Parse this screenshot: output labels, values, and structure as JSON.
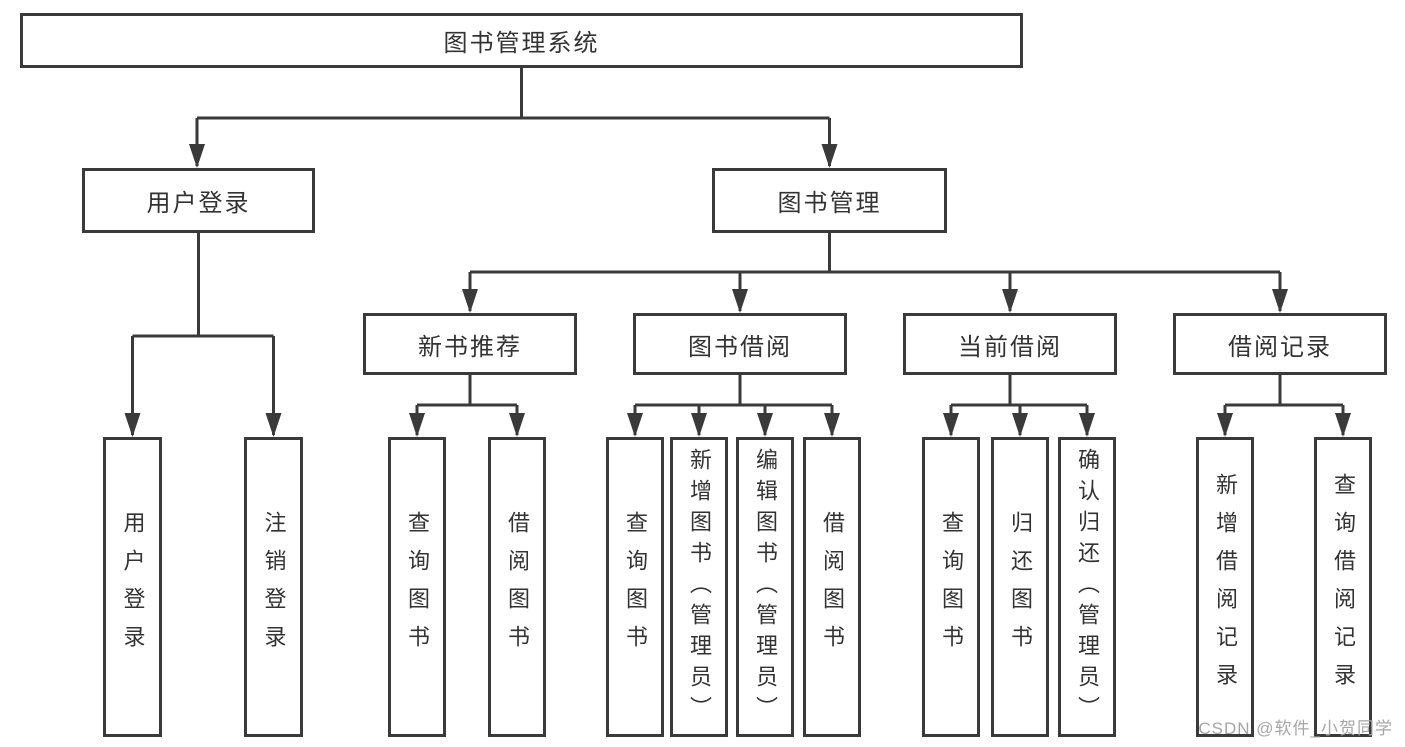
{
  "tree": {
    "root": {
      "label": "图书管理系统"
    },
    "branches": [
      {
        "label": "用户登录",
        "children": [
          {
            "label": "用户登录"
          },
          {
            "label": "注销登录"
          }
        ]
      },
      {
        "label": "图书管理",
        "sections": [
          {
            "label": "新书推荐",
            "children": [
              {
                "label": "查询图书"
              },
              {
                "label": "借阅图书"
              }
            ]
          },
          {
            "label": "图书借阅",
            "children": [
              {
                "label": "查询图书"
              },
              {
                "label": "新增图书（管理员）"
              },
              {
                "label": "编辑图书（管理员）"
              },
              {
                "label": "借阅图书"
              }
            ]
          },
          {
            "label": "当前借阅",
            "children": [
              {
                "label": "查询图书"
              },
              {
                "label": "归还图书"
              },
              {
                "label": "确认归还（管理员）"
              }
            ]
          },
          {
            "label": "借阅记录",
            "children": [
              {
                "label": "新增借阅记录"
              },
              {
                "label": "查询借阅记录"
              }
            ]
          }
        ]
      }
    ]
  },
  "watermark": {
    "text": "CSDN @软件_小贺同学"
  },
  "colors": {
    "line": "#3a3a3a",
    "box_border": "#3a3a3a",
    "text": "#333333",
    "watermark": "#a6a6a6",
    "background": "#ffffff"
  }
}
